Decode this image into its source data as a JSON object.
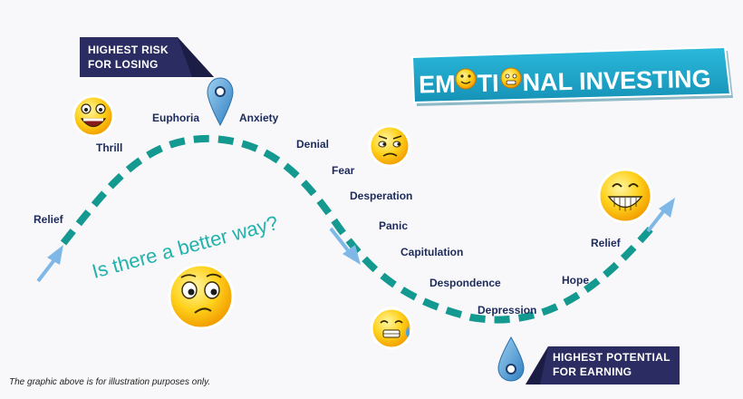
{
  "banner": {
    "before": "EM",
    "middle": "TI",
    "after": "NAL INVESTING",
    "color": "#1fa8c9",
    "accent": "#e8197e",
    "icons": [
      "smiley-icon",
      "worried-face-icon"
    ]
  },
  "callouts": {
    "top": {
      "line1": "HIGHEST RISK",
      "line2": "FOR LOSING"
    },
    "bottom": {
      "line1": "HIGHEST POTENTIAL",
      "line2": "FOR EARNING"
    },
    "color": "#2b2d62"
  },
  "stages": {
    "relief_start": "Relief",
    "thrill": "Thrill",
    "euphoria": "Euphoria",
    "anxiety": "Anxiety",
    "denial": "Denial",
    "fear": "Fear",
    "desperation": "Desperation",
    "panic": "Panic",
    "capitulation": "Capitulation",
    "despondence": "Despondence",
    "depression": "Depression",
    "hope": "Hope",
    "relief_end": "Relief"
  },
  "question": "Is there a better way?",
  "footnote": "The graphic above is for illustration purposes only.",
  "curve_color": "#13998f",
  "arrow_color": "#7fb8e6",
  "emoji_icons": [
    "laughing-face-icon",
    "suspicious-face-icon",
    "confused-face-icon",
    "crying-face-icon",
    "grinning-face-icon"
  ]
}
